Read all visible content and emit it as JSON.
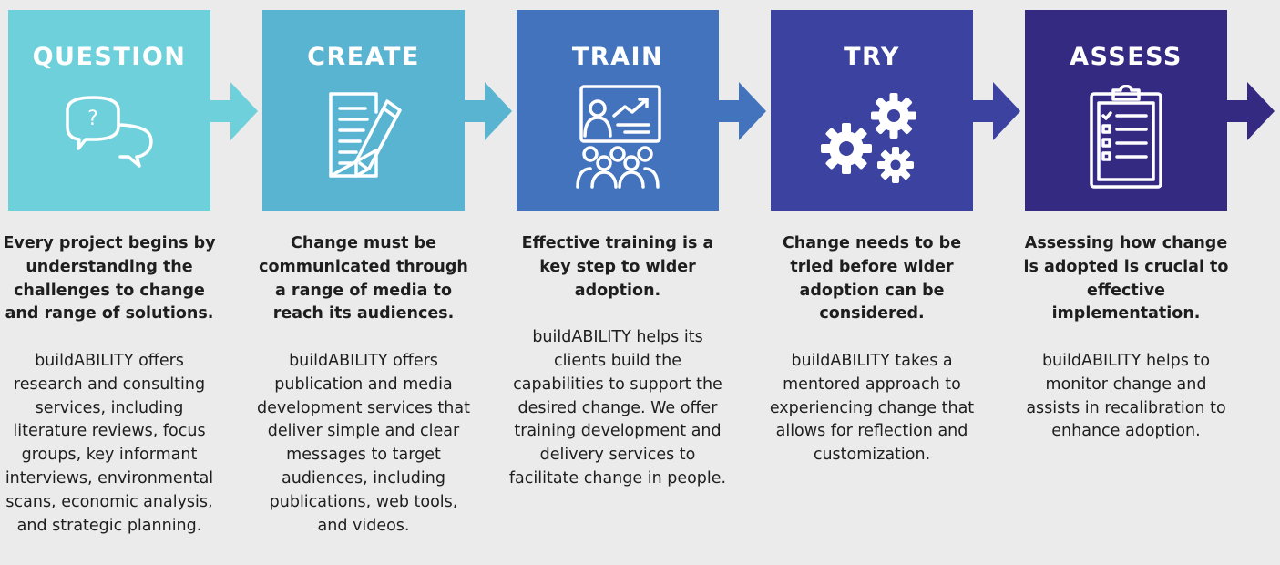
{
  "steps": [
    {
      "title": "QUESTION",
      "icon": "speech-bubbles-question-icon",
      "lead": "Every project begins by understanding the challenges to change and range of solutions.",
      "body": "buildABILITY offers research and consulting services, including literature reviews, focus groups, key informant interviews, environmental scans, economic analysis, and strategic planning.",
      "color": "#6ed0da"
    },
    {
      "title": "CREATE",
      "icon": "document-pencil-icon",
      "lead": "Change must be communicated through a range of media to reach its audiences.",
      "body": "buildABILITY offers publication and media development services that deliver simple and clear messages to target audiences, including publications, web tools, and videos.",
      "color": "#59b4d1"
    },
    {
      "title": "TRAIN",
      "icon": "presentation-audience-icon",
      "lead": "Effective training is a key step to wider adoption.",
      "body": "buildABILITY helps its clients build the capabilities to support the desired change. We offer training development and delivery services to facilitate change in people.",
      "color": "#4273bc"
    },
    {
      "title": "TRY",
      "icon": "gears-icon",
      "lead": "Change needs to be tried before wider adoption can be considered.",
      "body": "buildABILITY takes a mentored approach to experiencing change that allows for reflection and customization.",
      "color": "#3b42a0"
    },
    {
      "title": "ASSESS",
      "icon": "clipboard-checklist-icon",
      "lead": "Assessing how change is adopted is crucial to effective implementation.",
      "body": "buildABILITY helps to monitor change and assists in recalibration to enhance adoption.",
      "color": "#352a82"
    }
  ]
}
